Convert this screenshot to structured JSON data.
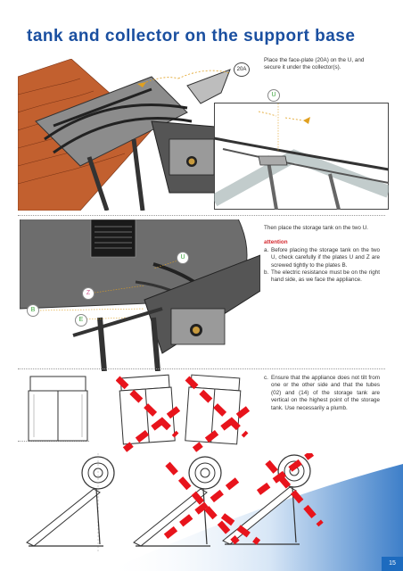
{
  "page": {
    "title": "tank and collector on the support base",
    "page_number": "15"
  },
  "step1": {
    "text": "Place the face-plate (20A) on the U, and secure it under the collector(s).",
    "callout_20a": "20A",
    "callout_u": "U"
  },
  "step2": {
    "text": "Then place the storage tank on the two U.",
    "attention_label": "attention",
    "items": [
      {
        "label": "a.",
        "text": "Before placing the storage tank on the two U, check carefully if the plates U and Z are screwed tightly to the plates B."
      },
      {
        "label": "b.",
        "text": "The electric resistance must be on the right hand side, as we face the appliance."
      }
    ],
    "callouts": {
      "u": "U",
      "z": "Z",
      "b": "B",
      "e": "E"
    }
  },
  "step3": {
    "items": [
      {
        "label": "c.",
        "text": "Ensure that the appliance does not tilt from one or the other side and that the tubes (02) and (14) of the storage tank are vertical on the highest point of the storage tank. Use necessarily a plumb."
      }
    ]
  },
  "colors": {
    "title": "#1a4fa0",
    "attention": "#d4282e",
    "wrong_mark": "#e8141c",
    "page_badge": "#1d6bbf"
  }
}
